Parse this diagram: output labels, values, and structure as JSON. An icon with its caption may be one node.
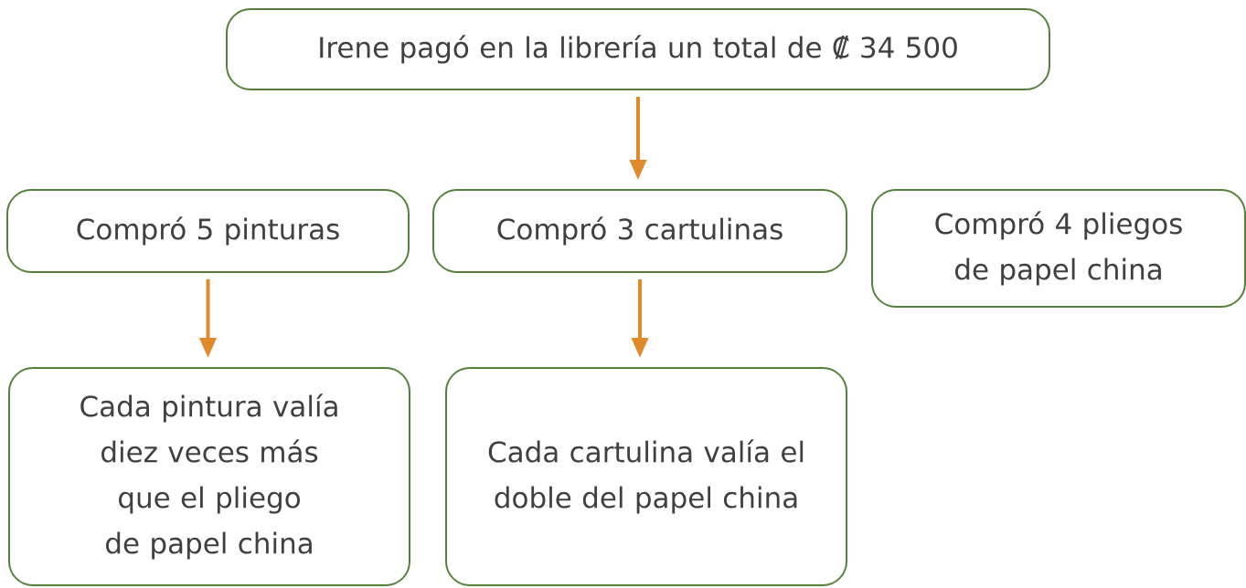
{
  "diagram": {
    "nodes": [
      {
        "text": [
          "Irene pagó en la librería un total de ₡ 34 500"
        ]
      },
      {
        "text": [
          "Compró 5 pinturas"
        ]
      },
      {
        "text": [
          "Compró 3 cartulinas"
        ]
      },
      {
        "text": [
          "Compró 4 pliegos de papel china"
        ]
      },
      {
        "text": [
          "Cada pintura valía diez veces más que el pliego de papel china"
        ]
      },
      {
        "text": [
          "Cada cartulina valía el doble del papel china"
        ]
      }
    ],
    "edges": [
      {
        "from": 0,
        "to": 2,
        "arrow": "to"
      },
      {
        "from": 1,
        "to": 4,
        "arrow": "to"
      },
      {
        "from": 2,
        "to": 5,
        "arrow": "to"
      }
    ]
  }
}
